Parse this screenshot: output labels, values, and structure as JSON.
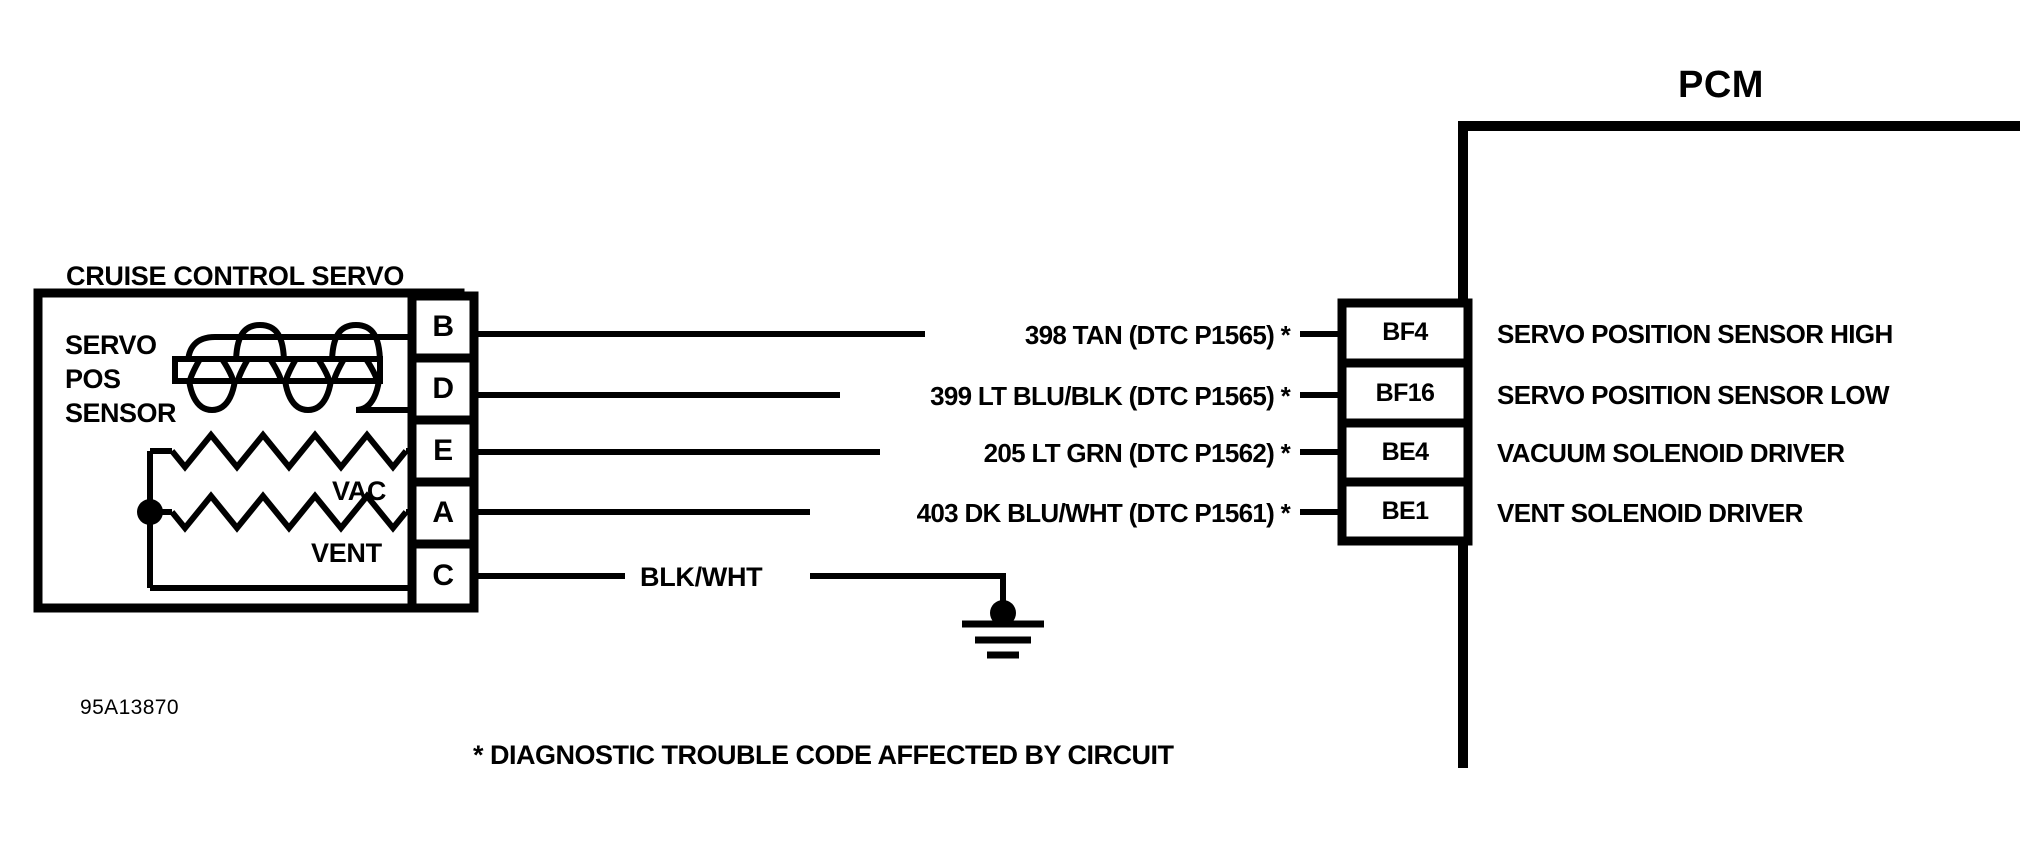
{
  "diagram": {
    "title_left": "CRUISE CONTROL SERVO",
    "title_right": "PCM",
    "drawing_number": "95A13870",
    "footnote": "* DIAGNOSTIC TROUBLE CODE AFFECTED BY CIRCUIT",
    "background_color": "#ffffff",
    "line_color": "#000000"
  },
  "servo": {
    "component_label_lines": [
      "SERVO",
      "POS",
      "SENSOR"
    ],
    "solenoid_labels": {
      "vacuum": "VAC",
      "vent": "VENT"
    },
    "connector_pins": [
      {
        "letter": "B"
      },
      {
        "letter": "D"
      },
      {
        "letter": "E"
      },
      {
        "letter": "A"
      },
      {
        "letter": "C"
      }
    ]
  },
  "pcm": {
    "connector_pins": [
      {
        "pin": "BF4",
        "description": "SERVO POSITION SENSOR HIGH"
      },
      {
        "pin": "BF16",
        "description": "SERVO POSITION SENSOR LOW"
      },
      {
        "pin": "BE4",
        "description": "VACUUM SOLENOID DRIVER"
      },
      {
        "pin": "BE1",
        "description": "VENT SOLENOID DRIVER"
      }
    ]
  },
  "circuits": [
    {
      "servo_pin": "B",
      "pcm_pin": "BF4",
      "label": "398 TAN (DTC P1565) *",
      "circuit_number": "398",
      "wire_color": "TAN",
      "dtc": "P1565",
      "dtc_affected": true,
      "function": "SERVO POSITION SENSOR HIGH"
    },
    {
      "servo_pin": "D",
      "pcm_pin": "BF16",
      "label": "399 LT BLU/BLK (DTC P1565) *",
      "circuit_number": "399",
      "wire_color": "LT BLU/BLK",
      "dtc": "P1565",
      "dtc_affected": true,
      "function": "SERVO POSITION SENSOR LOW"
    },
    {
      "servo_pin": "E",
      "pcm_pin": "BE4",
      "label": "205 LT GRN (DTC P1562) *",
      "circuit_number": "205",
      "wire_color": "LT GRN",
      "dtc": "P1562",
      "dtc_affected": true,
      "function": "VACUUM SOLENOID DRIVER"
    },
    {
      "servo_pin": "A",
      "pcm_pin": "BE1",
      "label": "403 DK BLU/WHT (DTC P1561) *",
      "circuit_number": "403",
      "wire_color": "DK BLU/WHT",
      "dtc": "P1561",
      "dtc_affected": true,
      "function": "VENT SOLENOID DRIVER"
    },
    {
      "servo_pin": "C",
      "pcm_pin": null,
      "label": "BLK/WHT",
      "circuit_number": null,
      "wire_color": "BLK/WHT",
      "dtc": null,
      "dtc_affected": false,
      "function": "GROUND"
    }
  ]
}
